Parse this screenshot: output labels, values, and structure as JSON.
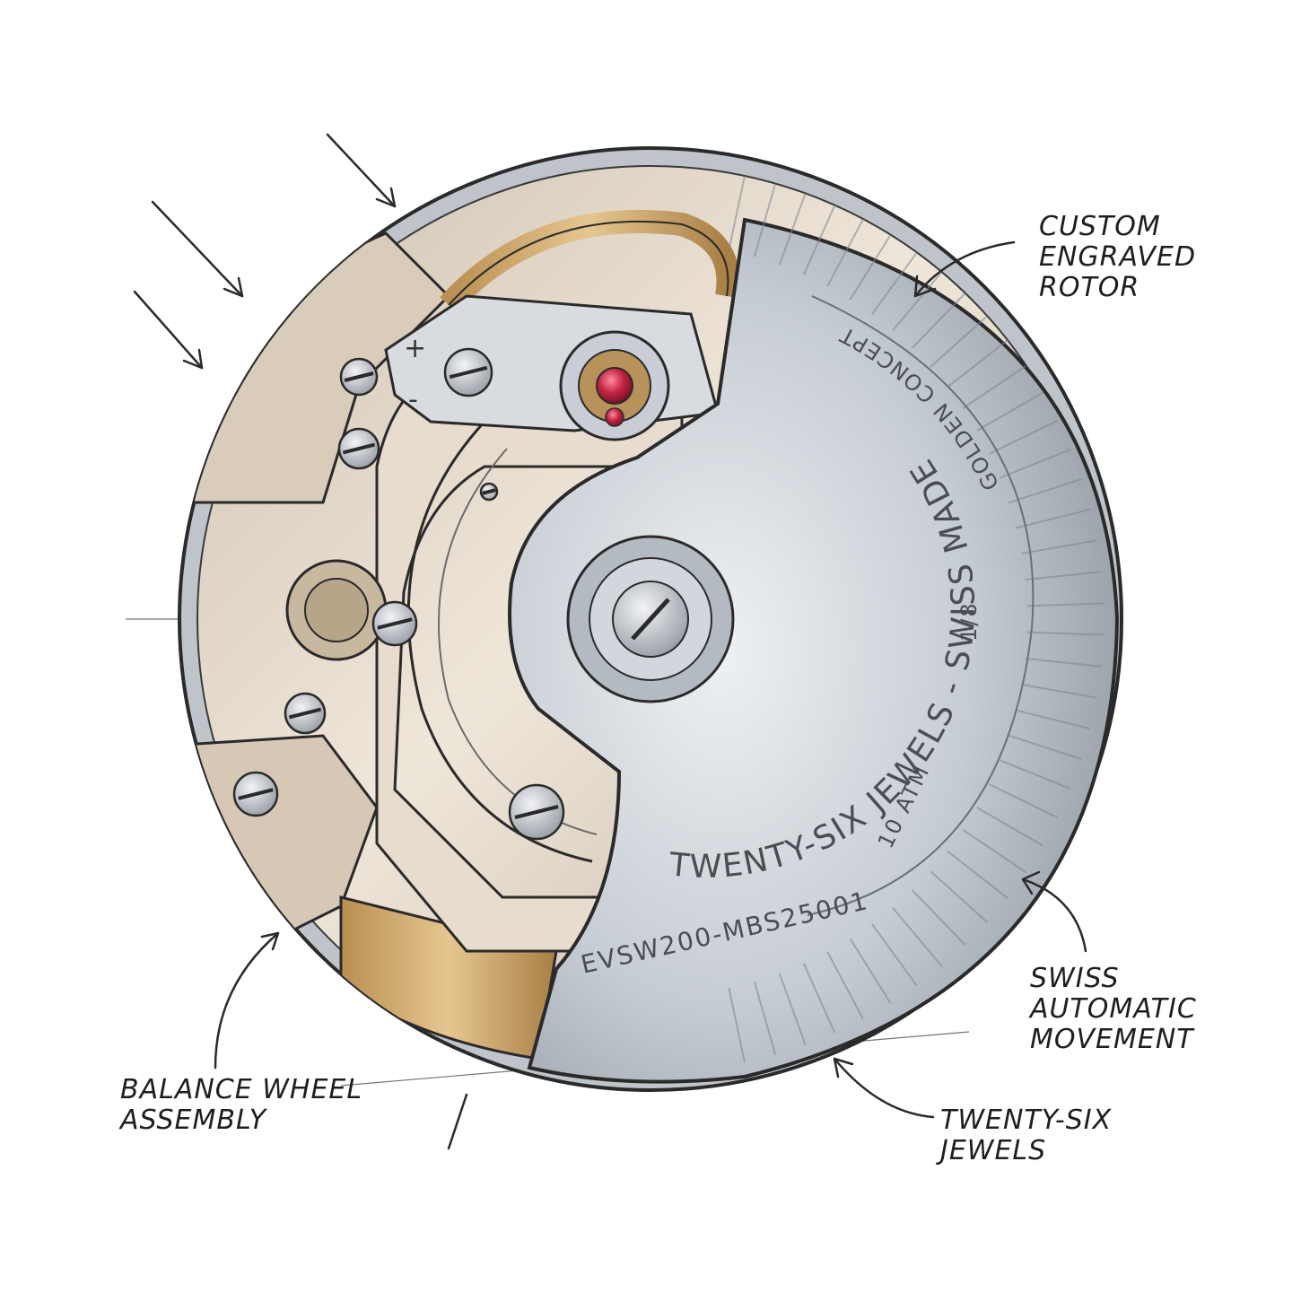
{
  "callouts": [
    {
      "id": "rotor",
      "lines": [
        "CUSTOM",
        "ENGRAVED",
        "ROTOR"
      ]
    },
    {
      "id": "movement",
      "lines": [
        "SWISS",
        "AUTOMATIC",
        "MOVEMENT"
      ]
    },
    {
      "id": "jewels",
      "lines": [
        "TWENTY-SIX",
        "JEWELS"
      ]
    },
    {
      "id": "balance",
      "lines": [
        "BALANCE WHEEL",
        "ASSEMBLY"
      ]
    }
  ],
  "engraving": {
    "inner": "TWENTY-SIX JEWELS - SWISS MADE",
    "outer_brand": "GOLDEN CONCEPT",
    "outer_spec": "10 ATM",
    "outer_ratio": "1/8",
    "separator": "-",
    "serial": "EVSW200-MBS25001"
  },
  "regulator_marks": {
    "plus": "+",
    "minus": "-"
  },
  "colors": {
    "ink": "#2a2a2a",
    "steel": "#c9ced6",
    "steel_dark": "#8e949c",
    "gold": "#c9a56a",
    "bridge": "#e3d6c4",
    "ruby": "#b3203a"
  }
}
